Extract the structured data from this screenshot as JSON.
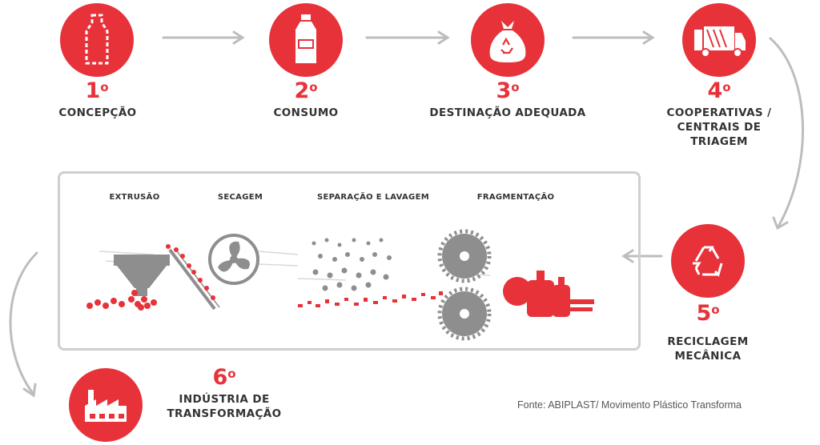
{
  "colors": {
    "accent": "#e8323a",
    "arrow": "#bdbdbd",
    "box_border": "#cfcfcf",
    "machine": "#8e8e8e"
  },
  "steps": [
    {
      "number": "1",
      "ordinal": "o",
      "label": "CONCEPÇÃO",
      "icon": "bottle-outline-icon"
    },
    {
      "number": "2",
      "ordinal": "o",
      "label": "CONSUMO",
      "icon": "bottle-icon"
    },
    {
      "number": "3",
      "ordinal": "o",
      "label": "DESTINAÇÃO ADEQUADA",
      "icon": "recycle-bag-icon"
    },
    {
      "number": "4",
      "ordinal": "o",
      "label_line1": "COOPERATIVAS /",
      "label_line2": "CENTRAIS DE TRIAGEM",
      "icon": "garbage-truck-icon"
    },
    {
      "number": "5",
      "ordinal": "o",
      "label_line1": "RECICLAGEM",
      "label_line2": "MECÂNICA",
      "icon": "recycle-icon"
    },
    {
      "number": "6",
      "ordinal": "o",
      "label_line1": "INDÚSTRIA DE",
      "label_line2": "TRANSFORMAÇÃO",
      "icon": "factory-icon"
    }
  ],
  "process": {
    "extrusion": "EXTRUSÃO",
    "drying": "SECAGEM",
    "separation": "SEPARAÇÃO E LAVAGEM",
    "fragmentation": "FRAGMENTAÇÃO"
  },
  "source": "Fonte: ABIPLAST/ Movimento Plástico Transforma"
}
